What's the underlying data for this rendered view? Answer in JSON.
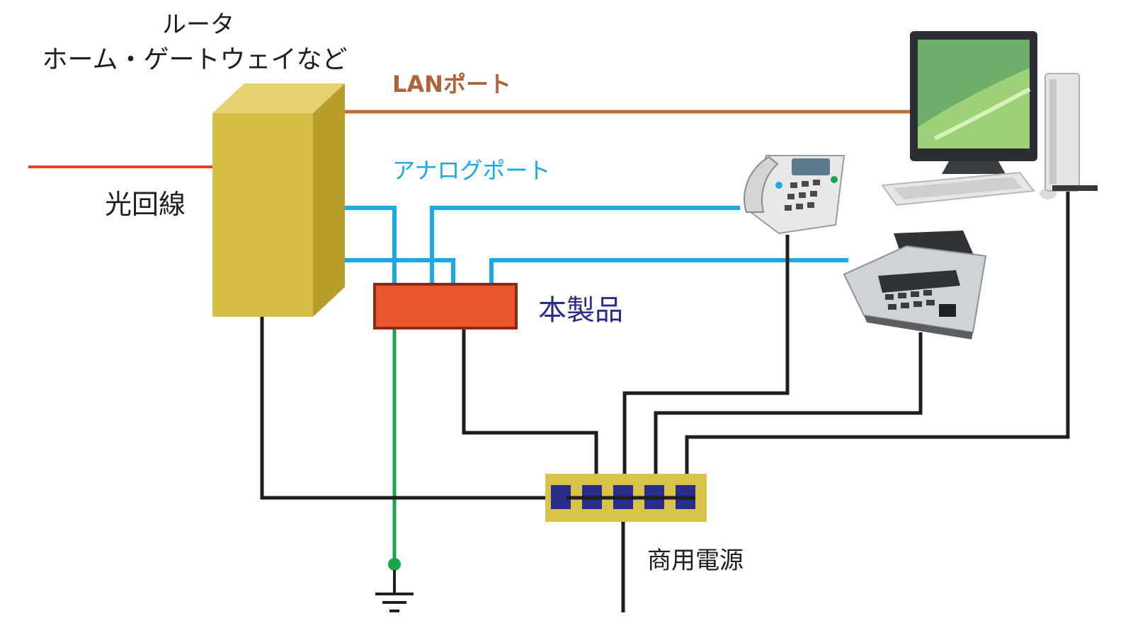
{
  "labels": {
    "router_line1": "ルータ",
    "router_line2": "ホーム・ゲートウェイなど",
    "lan_port": "LANポート",
    "analog_port": "アナログポート",
    "fiber_line": "光回線",
    "product": "本製品",
    "commercial_power": "商用電源"
  },
  "colors": {
    "fiber": "#e8402a",
    "lan": "#b8703a",
    "analog": "#1aa8e6",
    "power": "#1e1e1e",
    "ground": "#1aa64a",
    "router_front": "#d6bd45",
    "router_side": "#b99d2b",
    "router_top": "#e6d170",
    "product_fill": "#e8582c",
    "product_border": "#8c2a14",
    "strip_fill": "#d8c24a",
    "outlet": "#2a2c8c",
    "label_dark": "#1e1e1e",
    "label_lan": "#b0623a",
    "label_analog": "#1aa8e6",
    "label_product": "#2a2c8c"
  },
  "icons": {
    "router": "router-box",
    "product": "product-box",
    "telephone": "telephone-icon",
    "fax": "fax-machine-icon",
    "computer": "desktop-computer-icon",
    "power_strip": "power-strip-icon",
    "ground": "ground-symbol-icon"
  }
}
